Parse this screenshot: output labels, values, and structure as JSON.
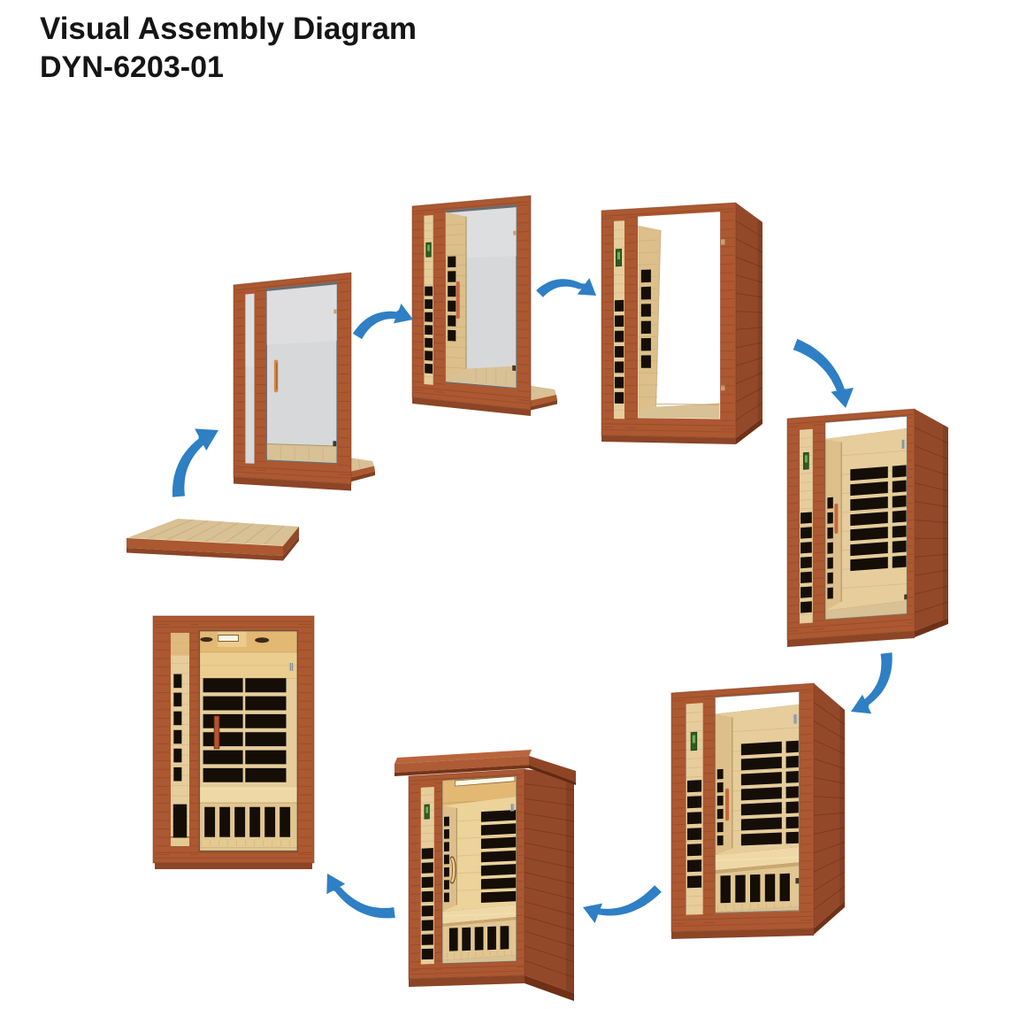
{
  "header": {
    "title": "Visual Assembly Diagram",
    "model": "DYN-6203-01"
  },
  "diagram": {
    "kind": "circular-assembly-flow",
    "product": "infrared-sauna",
    "direction": "clockwise",
    "step_count": 8,
    "arrow_count": 7,
    "steps": [
      {
        "order": 1,
        "name": "floor-panel"
      },
      {
        "order": 2,
        "name": "front-wall-with-door-on-floor"
      },
      {
        "order": 3,
        "name": "front-wall-plus-left-side-wall"
      },
      {
        "order": 4,
        "name": "walls-with-right-side-panel"
      },
      {
        "order": 5,
        "name": "cabin-with-back-wall-heaters"
      },
      {
        "order": 6,
        "name": "cabin-with-bench-installed"
      },
      {
        "order": 7,
        "name": "cabin-with-roof-and-lighting"
      },
      {
        "order": 8,
        "name": "completed-sauna-front-view"
      }
    ],
    "arrows": [
      {
        "from": 1,
        "to": 2
      },
      {
        "from": 2,
        "to": 3
      },
      {
        "from": 3,
        "to": 4
      },
      {
        "from": 4,
        "to": 5
      },
      {
        "from": 5,
        "to": 6
      },
      {
        "from": 6,
        "to": 7
      },
      {
        "from": 7,
        "to": 8
      }
    ]
  },
  "palette": {
    "background": "#ffffff",
    "text": "#151515",
    "arrow_blue": "#2e7fc4",
    "frame": "#ac5831",
    "frame_light": "#b9653c",
    "frame_line": "#8c4527",
    "frame_dark": "#9a4e2b",
    "frame_edge": "#7a3b20",
    "side_wall": "#94482a",
    "side_line": "#753418",
    "wood": "#e6cd9b",
    "wood_line": "#cdb07c",
    "wood_dark": "#dcbf8a",
    "wood_dark_line": "#bfa06a",
    "wood_lit": "#ecd39a",
    "ceiling": "#e3b873",
    "floor_wood": "#d8c194",
    "floor_line": "#c4ab7d",
    "heater_black": "#140e07",
    "glass": "#d7d8da",
    "glass_light": "#e3e4e6",
    "white": "#ffffff",
    "bench": "#eed9a6",
    "bench_front": "#e2c692",
    "handle_tan": "#d2884c",
    "handle_red": "#c4663d",
    "hinge_dark": "#4a3524",
    "hinge_tan": "#c9a06b",
    "control_green": "#2c5c22",
    "control_green_light": "#6fae4e",
    "led_white": "#fdf9e8",
    "speaker_grey": "#b9bdc0"
  }
}
